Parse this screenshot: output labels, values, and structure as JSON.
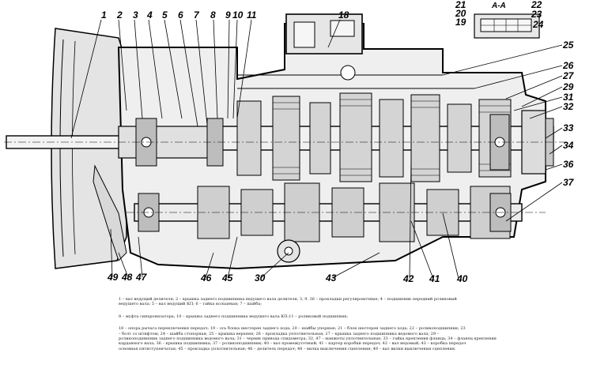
{
  "section_title": "А-А",
  "callouts": {
    "c1": "1",
    "c2": "2",
    "c3": "3",
    "c4": "4",
    "c5": "5",
    "c6": "6",
    "c7": "7",
    "c8": "8",
    "c9": "9",
    "c10": "10",
    "c11": "11",
    "c18": "18",
    "c19": "19",
    "c20": "20",
    "c21": "21",
    "c22": "22",
    "c23": "23",
    "c24": "24",
    "c25": "25",
    "c26": "26",
    "c27": "27",
    "c29": "29",
    "c31": "31",
    "c32": "32",
    "c33": "33",
    "c34": "34",
    "c36": "36",
    "c37": "37",
    "c40": "40",
    "c41": "41",
    "c42": "42",
    "c43": "43",
    "c45": "45",
    "c46": "46",
    "c47": "47",
    "c48": "48",
    "c49": "49",
    "c30": "30"
  },
  "captions": [
    "1 – вал ведущий делителя; 2 – крышка заднего подшипника ведущего вала делителя; 3, 9, 36 – прокладки регулировочные; 4 – подшипник передний роликовый",
    "ведущего вала; 5 – вал ведущий КП; 6 – гайка кольцевая; 7 – шайба;",
    "8 – муфта синхронизатора; 10 – крышка заднего подшипника ведущего вала КП;11 – роликовый подшипник;",
    "18 – опора рычага переключения передач; 19 – ось блока шестерен заднего хода; 20 – шайбы упорные; 21 – блок шестерен заднего хода; 22 – роликоподшипник; 23",
    "– болт со штифтом; 24 – шайба стопорная; 25 – крышка верхняя; 26 – прокладка уплотнительная; 27 – крышка заднего подшипника ведомого вала; 29 –",
    "роликоподшипник заднего подшипника ведомого вала; 31 – червяк привода спидометра; 32, 47 – манжеты уплотнительные; 33 – гайка крепления фланца; 34 – фланец крепления",
    "карданного вала; 36 – крышка подшипника; 37 – роликоподшипник; 40 – вал промежуточный; 41 – картер коробки передач; 42 – вал ведомый; 43 – коробка передач",
    "основная пятиступенчатая; 45 – прокладка уплотнительная; 46 – делитель передач; 48 – вилка выключения сцепления; 49 – вал вилки выключения сцепления."
  ]
}
